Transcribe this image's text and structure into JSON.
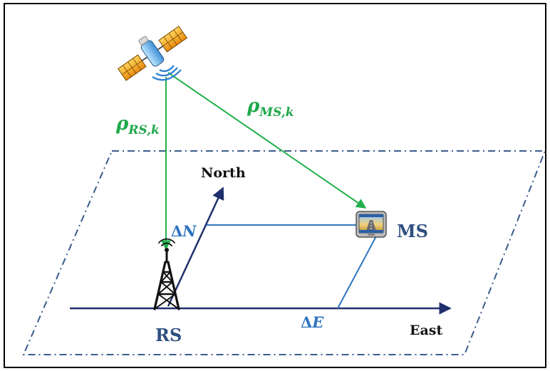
{
  "diagram": {
    "labels": {
      "north": "North",
      "east": "East",
      "rs": "RS",
      "ms": "MS",
      "delta_n_sym": "Δ",
      "delta_n_var": "N",
      "delta_e_sym": "Δ",
      "delta_e_var": "E",
      "rho": "ρ",
      "rho_rs_sub": "RS,k",
      "rho_ms_sub": "MS,k"
    },
    "colors": {
      "frame": "#000000",
      "plane": "#3b5c8c",
      "axis": "#1f2f6b",
      "range_line": "#22b04a",
      "range_text": "#1fa84a",
      "delta_line": "#2e74c0",
      "delta_text": "#2e74c0",
      "label_text": "#2f4f7f",
      "dark_text": "#111111"
    },
    "icons": {
      "satellite": "satellite-icon",
      "tower": "radio-tower-icon",
      "gps_device": "gps-navigator-icon"
    }
  }
}
